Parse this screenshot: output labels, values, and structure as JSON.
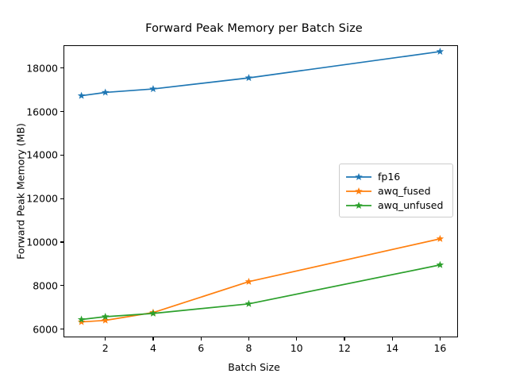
{
  "chart_data": {
    "type": "line",
    "title": "Forward Peak Memory per Batch Size",
    "xlabel": "Batch Size",
    "ylabel": "Forward Peak Memory (MB)",
    "x": [
      1,
      2,
      4,
      8,
      16
    ],
    "xlim": [
      0.25,
      16.75
    ],
    "ylim": [
      5620,
      19050
    ],
    "xticks": [
      2,
      4,
      6,
      8,
      10,
      12,
      14,
      16
    ],
    "xticklabels": [
      "2",
      "4",
      "6",
      "8",
      "10",
      "12",
      "14",
      "16"
    ],
    "yticks": [
      6000,
      8000,
      10000,
      12000,
      14000,
      16000,
      18000
    ],
    "yticklabels": [
      "6000",
      "8000",
      "10000",
      "12000",
      "14000",
      "16000",
      "18000"
    ],
    "grid": false,
    "legend_position": "center right",
    "marker": "star",
    "series": [
      {
        "name": "fp16",
        "color": "#1f77b4",
        "values": [
          16730,
          16880,
          17040,
          17550,
          18760
        ]
      },
      {
        "name": "awq_fused",
        "color": "#ff7f0e",
        "values": [
          6330,
          6400,
          6760,
          8180,
          10150
        ]
      },
      {
        "name": "awq_unfused",
        "color": "#2ca02c",
        "values": [
          6440,
          6570,
          6720,
          7160,
          8950
        ]
      }
    ]
  },
  "legend": {
    "items": [
      {
        "label": "fp16",
        "color": "#1f77b4"
      },
      {
        "label": "awq_fused",
        "color": "#ff7f0e"
      },
      {
        "label": "awq_unfused",
        "color": "#2ca02c"
      }
    ]
  }
}
